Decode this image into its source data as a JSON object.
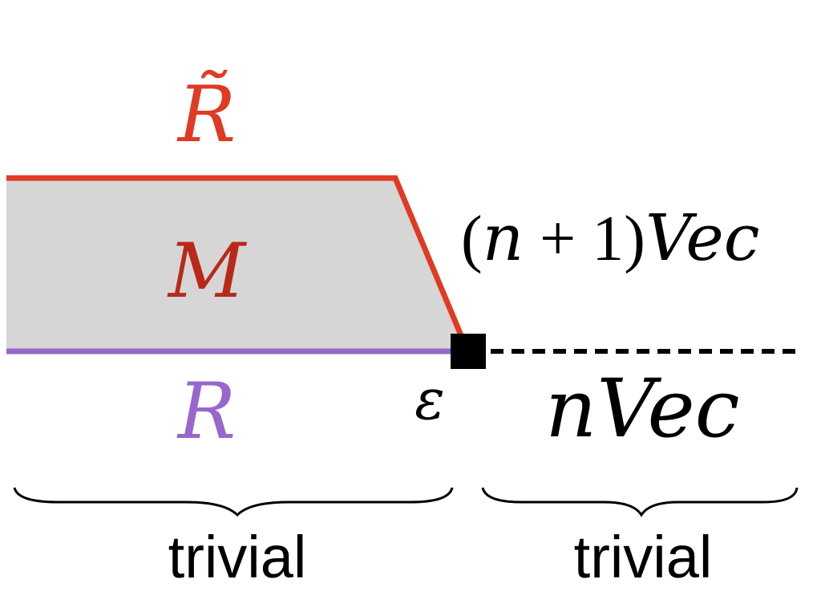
{
  "labels": {
    "top_boundary": "R̃",
    "bulk": "M",
    "bottom_boundary": "R",
    "corner": "ε",
    "upper_right_open": "(",
    "upper_right_n": "n",
    "upper_right_plus_one": " + 1)",
    "upper_right_vec": "Vec",
    "lower_right_n": "n",
    "lower_right_vec": "Vec",
    "left_brace": "trivial",
    "right_brace": "trivial"
  },
  "colors": {
    "top_boundary": "#e03a24",
    "bulk_fill": "#d6d6d6",
    "bulk_label": "#b8291a",
    "bottom_boundary": "#9966cc",
    "black": "#000000"
  }
}
